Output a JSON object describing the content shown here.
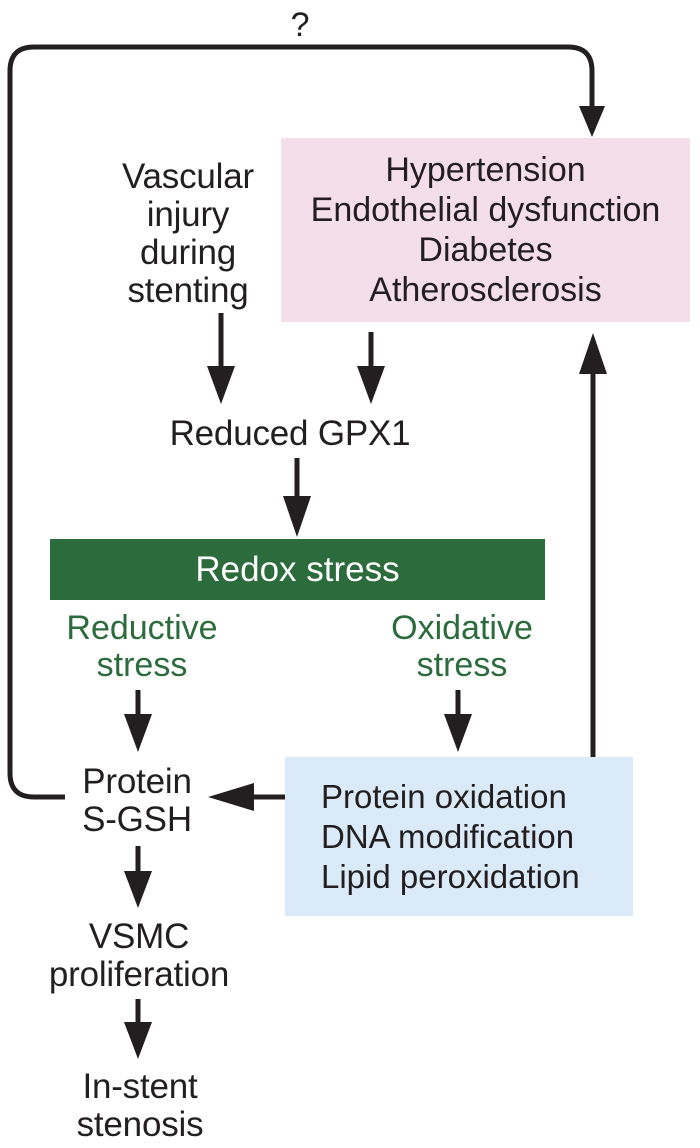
{
  "diagram": {
    "title": "GPX1 redox stress pathway to in-stent stenosis",
    "colors": {
      "risk_factor_box_fill": "#f4dee9",
      "redox_bar_fill": "#2b6b3c",
      "damage_box_fill": "#daeaf8",
      "green_text": "#2b6b3c",
      "black_text": "#231f20",
      "arrow": "#231f20",
      "background": "#ffffff"
    },
    "nodes": {
      "question_mark": "?",
      "vascular_injury": "Vascular\ninjury\nduring\nstenting",
      "risk_factors": [
        "Hypertension",
        "Endothelial dysfunction",
        "Diabetes",
        "Atherosclerosis"
      ],
      "reduced_gpx1": "Reduced GPX1",
      "redox_stress": "Redox stress",
      "reductive_stress": "Reductive\nstress",
      "oxidative_stress": "Oxidative\nstress",
      "protein_sgsh": "Protein\nS-GSH",
      "oxidative_damage": [
        "Protein oxidation",
        "DNA modification",
        "Lipid peroxidation"
      ],
      "vsmc_proliferation": "VSMC\nproliferation",
      "in_stent_stenosis": "In-stent\nstenosis"
    },
    "edges": [
      {
        "name": "vascular-injury-to-reduced-gpx1",
        "from": "vascular_injury",
        "to": "reduced_gpx1",
        "style": "arrow-down"
      },
      {
        "name": "risk-factors-to-reduced-gpx1",
        "from": "risk_factors",
        "to": "reduced_gpx1",
        "style": "arrow-down"
      },
      {
        "name": "reduced-gpx1-to-redox-stress",
        "from": "reduced_gpx1",
        "to": "redox_stress",
        "style": "arrow-down"
      },
      {
        "name": "reductive-stress-to-protein-sgsh",
        "from": "reductive_stress",
        "to": "protein_sgsh",
        "style": "arrow-down"
      },
      {
        "name": "oxidative-stress-to-damage",
        "from": "oxidative_stress",
        "to": "oxidative_damage",
        "style": "arrow-down"
      },
      {
        "name": "damage-to-protein-sgsh",
        "from": "oxidative_damage",
        "to": "protein_sgsh",
        "style": "arrow-left"
      },
      {
        "name": "protein-sgsh-to-vsmc",
        "from": "protein_sgsh",
        "to": "vsmc_proliferation",
        "style": "arrow-down"
      },
      {
        "name": "vsmc-to-in-stent-stenosis",
        "from": "vsmc_proliferation",
        "to": "in_stent_stenosis",
        "style": "arrow-down"
      },
      {
        "name": "damage-to-risk-factors-feedback",
        "from": "oxidative_damage",
        "to": "risk_factors",
        "style": "arrow-up"
      },
      {
        "name": "protein-sgsh-to-risk-factors-question-loop",
        "from": "protein_sgsh",
        "to": "risk_factors",
        "style": "loop-arrow",
        "label": "?"
      }
    ]
  }
}
